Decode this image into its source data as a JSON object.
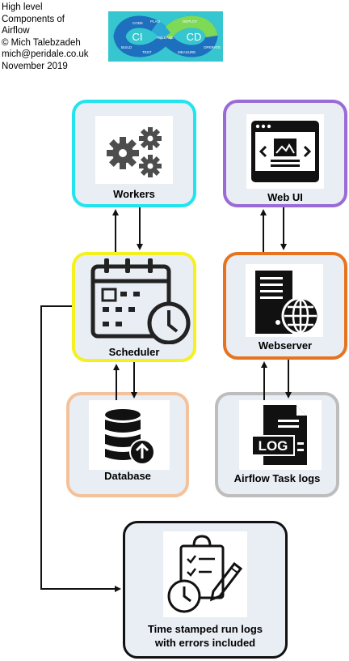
{
  "header": {
    "lines": [
      "High level",
      "Components of",
      "Airflow",
      "© Mich Talebzadeh",
      "mich@peridale.co.uk",
      "November 2019"
    ]
  },
  "logo": {
    "left_text": "CI",
    "right_text": "CD",
    "segments": [
      "CODE",
      "PLAN",
      "RELEASE",
      "DEPLOY",
      "BUILD",
      "TEST",
      "MEASURE",
      "OPERATE"
    ]
  },
  "nodes": {
    "workers": "Workers",
    "webui": "Web UI",
    "scheduler": "Scheduler",
    "webserver": "Webserver",
    "database": "Database",
    "tasklogs": "Airflow Task logs",
    "runlogs_line1": "Time stamped run logs",
    "runlogs_line2": "with errors included"
  },
  "icons": {
    "workers": "gears-icon",
    "webui": "browser-window-icon",
    "scheduler": "calendar-clock-icon",
    "webserver": "server-globe-icon",
    "database": "database-upload-icon",
    "tasklogs": "log-file-icon",
    "runlogs": "checklist-clock-icon"
  },
  "logs_icon_text": "LOG",
  "colors": {
    "workers_border": "#22e4ee",
    "webui_border": "#9a6bd6",
    "scheduler_border": "#f4f11e",
    "webserver_border": "#e8731f",
    "database_border": "#f4c29a",
    "tasklogs_border": "#bdbdbd",
    "runlogs_border": "#111111",
    "node_fill": "#e9edf4"
  }
}
